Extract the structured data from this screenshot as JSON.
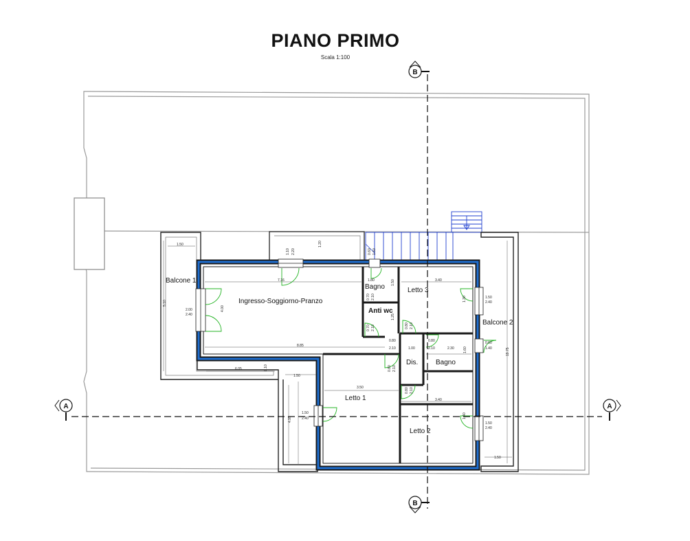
{
  "header": {
    "title": "PIANO PRIMO",
    "scale": "Scala 1:100"
  },
  "section_marks": {
    "a": "A",
    "b": "B"
  },
  "rooms": {
    "balcone1": "Balcone 1",
    "soggiorno": "Ingresso-Soggiorno-Pranzo",
    "bagno1": "Bagno",
    "antiwc": "Anti wc",
    "letto3": "Letto 3",
    "balcone2": "Balcone 2",
    "dis": "Dis.",
    "bagno2": "Bagno",
    "letto1": "Letto 1",
    "letto2": "Letto 2"
  },
  "dimensions": {
    "d150a": "1.50",
    "d510": "5.10",
    "d200": "2.00",
    "d240": "2.40",
    "d400": "4.00",
    "d716": "7.16",
    "d110": "1.10",
    "d220": "2.20",
    "d120": "1.20",
    "d060a": "0.60",
    "d160": "1.60",
    "d180": "1.80",
    "d070a": "0.70",
    "d210a": "2.10",
    "d150b": "1.50",
    "d125": "1.25",
    "d070b": "0.70",
    "d210b": "2.10",
    "d080a": "0.80",
    "d210c": "2.10",
    "d340a": "3.40",
    "d150c": "1.50",
    "d240b": "2.40",
    "d130": "1.30",
    "d885": "8.85",
    "d080b": "0.80",
    "d210d": "2.10",
    "d100": "1.00",
    "d080c": "0.80",
    "d210e": "2.10",
    "d230": "2.30",
    "d060b": "0.60",
    "d140": "1.40",
    "d160b": "1.60",
    "d1975": "19.75",
    "d605": "6.05",
    "d010": "0.10",
    "d150d": "1.50",
    "d080d": "0.80",
    "d210f": "2.10",
    "d350": "3.50",
    "d080e": "0.80",
    "d210g": "2.10",
    "d340b": "3.40",
    "d495": "4.95",
    "d150e": "1.50",
    "d240c": "2.40",
    "d140b": "1.40",
    "d150f": "1.50",
    "d240d": "2.40",
    "d150g": "1.50"
  },
  "colors": {
    "wall_outer": "#1a1a1a",
    "insulation": "#1f6fd1",
    "door": "#21b321",
    "stair": "#1f3fcf"
  }
}
